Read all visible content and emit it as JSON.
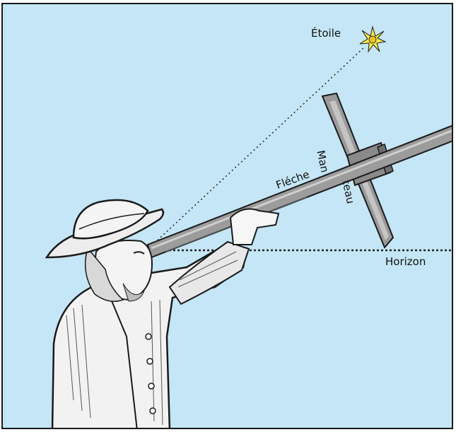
{
  "labels": {
    "etoile": "Étoile",
    "fleche": "Fléche",
    "manteau_part1": "Man",
    "manteau_part2": "teau",
    "horizon": "Horizon"
  },
  "colors": {
    "sky": "#c4e6f6",
    "star": "#f6ea4a",
    "ink": "#1a1a1a",
    "wood": "#8e8e8e"
  }
}
